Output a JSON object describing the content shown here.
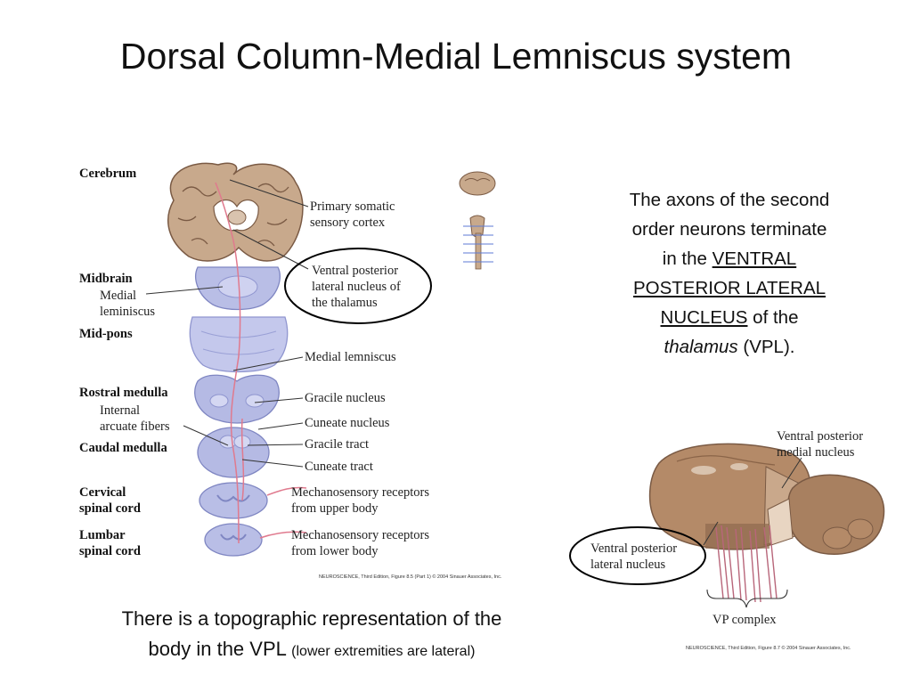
{
  "slide": {
    "title": "Dorsal Column-Medial Lemniscus system"
  },
  "left_figure": {
    "levels": {
      "cerebrum": "Cerebrum",
      "midbrain": "Midbrain",
      "midpons": "Mid-pons",
      "rostral_medulla": "Rostral medulla",
      "caudal_medulla": "Caudal medulla",
      "cervical_1": "Cervical",
      "cervical_2": "spinal cord",
      "lumbar_1": "Lumbar",
      "lumbar_2": "spinal cord"
    },
    "left_labels": {
      "medial_1": "Medial",
      "medial_2": "leminiscus",
      "internal_1": "Internal",
      "internal_2": "arcuate fibers"
    },
    "right_labels": {
      "cortex_1": "Primary somatic",
      "cortex_2": "sensory cortex",
      "vpl_1": "Ventral posterior",
      "vpl_2": "lateral nucleus of",
      "vpl_3": "the thalamus",
      "medial_lemniscus": "Medial lemniscus",
      "gracile_nucleus": "Gracile nucleus",
      "cuneate_nucleus": "Cuneate nucleus",
      "gracile_tract": "Gracile tract",
      "cuneate_tract": "Cuneate tract",
      "upper_1": "Mechanosensory receptors",
      "upper_2": "from upper body",
      "lower_1": "Mechanosensory receptors",
      "lower_2": "from lower body"
    },
    "credit": "NEUROSCIENCE, Third Edition, Figure 8.5 (Part 1)  © 2004 Sinauer Associates, Inc."
  },
  "right_figure": {
    "vpm_1": "Ventral posterior",
    "vpm_2": "medial nucleus",
    "vpl_1": "Ventral posterior",
    "vpl_2": "lateral nucleus",
    "vp_complex": "VP complex",
    "credit": "NEUROSCIENCE, Third Edition, Figure 8.7  © 2004 Sinauer Associates, Inc."
  },
  "right_text": {
    "line1": "The axons of the second",
    "line2": "order neurons terminate",
    "line3_pre": "in the ",
    "line3_u": "VENTRAL",
    "line4_u": "POSTERIOR LATERAL",
    "line5_u": "NUCLEUS",
    "line5_post": " of the",
    "line6_i": "thalamus",
    "line6_post": " (VPL)."
  },
  "bottom_text": {
    "main1": "There is a topographic representation of the",
    "main2": "body in the VPL ",
    "small": "(lower extremities are lateral)"
  },
  "colors": {
    "brain_tan": "#c8a98c",
    "section_blue": "#b9bee6",
    "pathway_pink": "#e07a8e",
    "thalamus_brown": "#a07a5c"
  }
}
